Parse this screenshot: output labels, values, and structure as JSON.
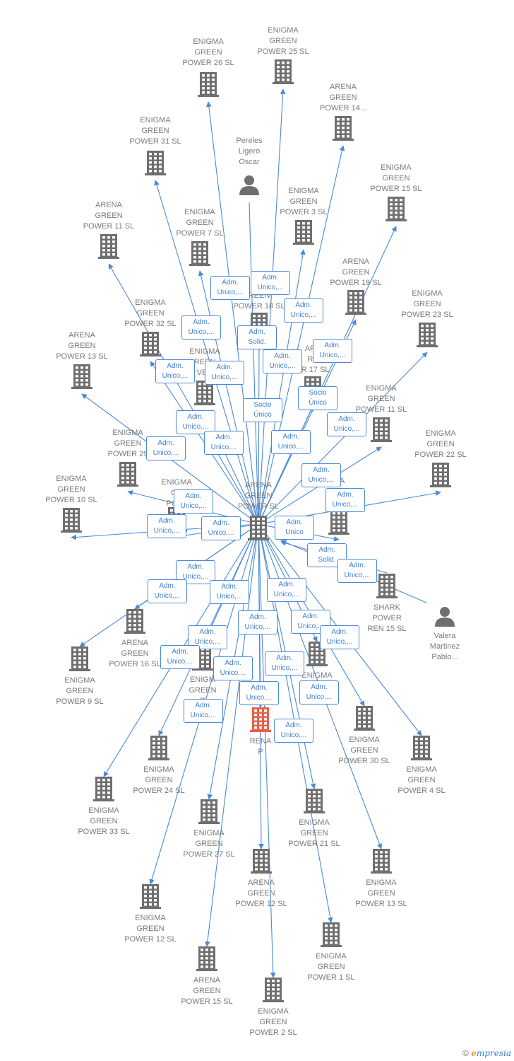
{
  "colors": {
    "edge": "#4a8ad8",
    "building": "#6f6f6f",
    "focus": "#e8604a",
    "person": "#6f6f6f",
    "label": "#7a7a7a"
  },
  "center": {
    "text": [
      "ARENA",
      "GREEN",
      "POWER  SL"
    ]
  },
  "nodes": [
    {
      "id": "eg26",
      "icon": "building-icon",
      "text": [
        "ENIGMA",
        "GREEN",
        "POWER 26  SL"
      ]
    },
    {
      "id": "eg25",
      "icon": "building-icon",
      "text": [
        "ENIGMA",
        "GREEN",
        "POWER 25  SL"
      ]
    },
    {
      "id": "ag14",
      "icon": "building-icon",
      "text": [
        "ARENA",
        "GREEN",
        "POWER 14..."
      ]
    },
    {
      "id": "eg31",
      "icon": "building-icon",
      "text": [
        "ENIGMA",
        "GREEN",
        "POWER 31  SL"
      ]
    },
    {
      "id": "pereles",
      "icon": "person-icon",
      "text": [
        "Pereles",
        "Ligero",
        "Oscar"
      ]
    },
    {
      "id": "eg15",
      "icon": "building-icon",
      "text": [
        "ENIGMA",
        "GREEN",
        "POWER 15  SL"
      ]
    },
    {
      "id": "ag11",
      "icon": "building-icon",
      "text": [
        "ARENA",
        "GREEN",
        "POWER 11  SL"
      ]
    },
    {
      "id": "eg7",
      "icon": "building-icon",
      "text": [
        "ENIGMA",
        "GREEN",
        "POWER 7  SL"
      ]
    },
    {
      "id": "eg3",
      "icon": "building-icon",
      "text": [
        "ENIGMA",
        "GREEN",
        "POWER 3  SL"
      ]
    },
    {
      "id": "ag19",
      "icon": "building-icon",
      "text": [
        "ARENA",
        "GREEN",
        "POWER 19  SL"
      ]
    },
    {
      "id": "eg23",
      "icon": "building-icon",
      "text": [
        "ENIGMA",
        "GREEN",
        "POWER 23  SL"
      ]
    },
    {
      "id": "ag18",
      "icon": "building-icon",
      "text": [
        "REEN",
        "POWER 18  SL"
      ]
    },
    {
      "id": "eg32",
      "icon": "building-icon",
      "text": [
        "ENIGMA",
        "GREEN",
        "POWER 32  SL"
      ]
    },
    {
      "id": "ag13",
      "icon": "building-icon",
      "text": [
        "ARENA",
        "GREEN",
        "POWER 13  SL"
      ]
    },
    {
      "id": "eg_part",
      "icon": "building-icon",
      "text": [
        "ENIGMA",
        "REEN",
        "VER"
      ]
    },
    {
      "id": "ag17",
      "icon": "building-icon",
      "text": [
        "ARE",
        "RE",
        "ER 17  SL"
      ]
    },
    {
      "id": "eg11",
      "icon": "building-icon",
      "text": [
        "ENIGMA",
        "GREEN",
        "POWER 11  SL"
      ]
    },
    {
      "id": "eg29",
      "icon": "building-icon",
      "text": [
        "ENIGMA",
        "GREEN",
        "POWER 29"
      ]
    },
    {
      "id": "eg22",
      "icon": "building-icon",
      "text": [
        "ENIGMA",
        "GREEN",
        "POWER 22  SL"
      ]
    },
    {
      "id": "eg10",
      "icon": "building-icon",
      "text": [
        "ENIGMA",
        "GREEN",
        "POWER 10  SL"
      ]
    },
    {
      "id": "eg_left",
      "icon": "building-icon",
      "text": [
        "ENIGMA",
        "GR",
        "POWI"
      ]
    },
    {
      "id": "eg_right",
      "icon": "building-icon",
      "text": [
        "MA",
        "G",
        "POW"
      ]
    },
    {
      "id": "shark15",
      "icon": "building-icon",
      "text": [
        "SHARK",
        "POWER",
        "REN 15  SL"
      ]
    },
    {
      "id": "valera",
      "icon": "person-icon",
      "text": [
        "Valera",
        "Martinez",
        "Pablo..."
      ]
    },
    {
      "id": "ag16",
      "icon": "building-icon",
      "text": [
        "ARENA",
        "GREEN",
        "POWER 16  SL"
      ]
    },
    {
      "id": "eg9",
      "icon": "building-icon",
      "text": [
        "ENIGMA",
        "GREEN",
        "POWER 9  SL"
      ]
    },
    {
      "id": "eg_mid",
      "icon": "building-icon",
      "text": [
        "ENIGM",
        "GREEN",
        "P"
      ]
    },
    {
      "id": "eg_mid2",
      "icon": "building-icon",
      "text": [
        "ENIGMA",
        "PO"
      ]
    },
    {
      "id": "focus",
      "icon": "building-icon",
      "text": [
        "RENA",
        "P"
      ]
    },
    {
      "id": "eg30",
      "icon": "building-icon",
      "text": [
        "ENIGMA",
        "GREEN",
        "POWER 30  SL"
      ]
    },
    {
      "id": "eg4",
      "icon": "building-icon",
      "text": [
        "ENIGMA",
        "GREEN",
        "POWER 4  SL"
      ]
    },
    {
      "id": "eg24",
      "icon": "building-icon",
      "text": [
        "ENIGMA",
        "GREEN",
        "POWER 24  SL"
      ]
    },
    {
      "id": "eg33",
      "icon": "building-icon",
      "text": [
        "ENIGMA",
        "GREEN",
        "POWER 33  SL"
      ]
    },
    {
      "id": "eg27",
      "icon": "building-icon",
      "text": [
        "ENIGMA",
        "GREEN",
        "POWER 27  SL"
      ]
    },
    {
      "id": "eg21",
      "icon": "building-icon",
      "text": [
        "ENIGMA",
        "GREEN",
        "POWER 21  SL"
      ]
    },
    {
      "id": "eg13",
      "icon": "building-icon",
      "text": [
        "ENIGMA",
        "GREEN",
        "POWER 13  SL"
      ]
    },
    {
      "id": "ag12",
      "icon": "building-icon",
      "text": [
        "ARENA",
        "GREEN",
        "POWER 12  SL"
      ]
    },
    {
      "id": "eg12",
      "icon": "building-icon",
      "text": [
        "ENIGMA",
        "GREEN",
        "POWER 12  SL"
      ]
    },
    {
      "id": "eg1",
      "icon": "building-icon",
      "text": [
        "ENIGMA",
        "GREEN",
        "POWER 1  SL"
      ]
    },
    {
      "id": "ag15",
      "icon": "building-icon",
      "text": [
        "ARENA",
        "GREEN",
        "POWER 15  SL"
      ]
    },
    {
      "id": "eg2",
      "icon": "building-icon",
      "text": [
        "ENIGMA",
        "GREEN",
        "POWER 2  SL"
      ]
    }
  ],
  "roles": [
    {
      "id": "r1",
      "text": [
        "Adm.",
        "Unico,..."
      ]
    },
    {
      "id": "r2",
      "text": [
        "Adm.",
        "Unico,..."
      ]
    },
    {
      "id": "r3",
      "text": [
        "Adm.",
        "Unico,..."
      ]
    },
    {
      "id": "r4",
      "text": [
        "Adm.",
        "Unico,..."
      ]
    },
    {
      "id": "r5",
      "text": [
        "Adm.",
        "Solid."
      ]
    },
    {
      "id": "r6",
      "text": [
        "Adm.",
        "Unico,..."
      ]
    },
    {
      "id": "r7",
      "text": [
        "Adm.",
        "Unico,..."
      ]
    },
    {
      "id": "r8",
      "text": [
        "Adm.",
        "Unico,..."
      ]
    },
    {
      "id": "r9",
      "text": [
        "Adm.",
        "Unico,..."
      ]
    },
    {
      "id": "r10",
      "text": [
        "Socio",
        "Único"
      ]
    },
    {
      "id": "r11",
      "text": [
        "Socio",
        "Único"
      ]
    },
    {
      "id": "r12",
      "text": [
        "Adm.",
        "Unico,..."
      ]
    },
    {
      "id": "r13",
      "text": [
        "Adm.",
        "Unico,..."
      ]
    },
    {
      "id": "r14",
      "text": [
        "Adm.",
        "Unico,..."
      ]
    },
    {
      "id": "r15",
      "text": [
        "Adm.",
        "Unico,..."
      ]
    },
    {
      "id": "r16",
      "text": [
        "Adm.",
        "Unico,..."
      ]
    },
    {
      "id": "r17",
      "text": [
        "Adm.",
        "Unico,..."
      ]
    },
    {
      "id": "r18",
      "text": [
        "Adm.",
        "Unico,..."
      ]
    },
    {
      "id": "r19",
      "text": [
        "Adm.",
        "Unico,..."
      ]
    },
    {
      "id": "r20",
      "text": [
        "Adm.",
        "Unico,..."
      ]
    },
    {
      "id": "r21",
      "text": [
        "Adm.",
        "Unico,..."
      ]
    },
    {
      "id": "r22",
      "text": [
        "Adm.",
        "Unico"
      ]
    },
    {
      "id": "r23",
      "text": [
        "Adm.",
        "Solid."
      ]
    },
    {
      "id": "r24",
      "text": [
        "Adm.",
        "Unico,..."
      ]
    },
    {
      "id": "r25",
      "text": [
        "Adm.",
        "Unico,..."
      ]
    },
    {
      "id": "r26",
      "text": [
        "Adm.",
        "Unico,..."
      ]
    },
    {
      "id": "r27",
      "text": [
        "Adm.",
        "Unico,..."
      ]
    },
    {
      "id": "r28",
      "text": [
        "Adm.",
        "Unico,..."
      ]
    },
    {
      "id": "r29",
      "text": [
        "Adm.",
        "Unico,..."
      ]
    },
    {
      "id": "r30",
      "text": [
        "Adm.",
        "Unico,..."
      ]
    },
    {
      "id": "r31",
      "text": [
        "Adm.",
        "Unico,..."
      ]
    },
    {
      "id": "r32",
      "text": [
        "Adm.",
        "Unico,..."
      ]
    },
    {
      "id": "r33",
      "text": [
        "Adm.",
        "Unico,..."
      ]
    },
    {
      "id": "r34",
      "text": [
        "Adm.",
        "Unico,..."
      ]
    },
    {
      "id": "r35",
      "text": [
        "Adm.",
        "Unico,..."
      ]
    },
    {
      "id": "r36",
      "text": [
        "Adm.",
        "Unico,..."
      ]
    },
    {
      "id": "r37",
      "text": [
        "Adm.",
        "Unico,..."
      ]
    },
    {
      "id": "r38",
      "text": [
        "Adm.",
        "Unico,..."
      ]
    },
    {
      "id": "r39",
      "text": [
        "Adm.",
        "Unico,..."
      ]
    }
  ],
  "footer": {
    "copyright": "©",
    "brand_first": "e",
    "brand_rest": "mpresia"
  }
}
